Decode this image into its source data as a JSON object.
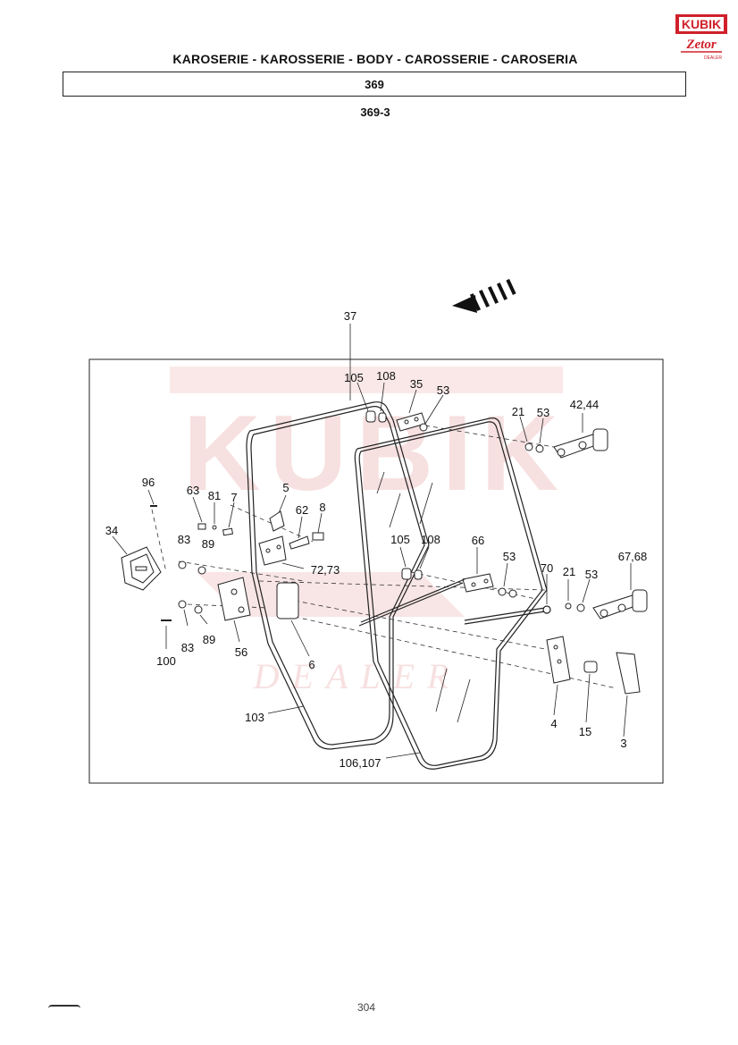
{
  "header": {
    "title": "KAROSERIE - KAROSSERIE - BODY - CAROSSERIE - CAROSERIA",
    "group_code": "369",
    "subgroup_code": "369-3"
  },
  "logo": {
    "text_top": "KUBIK",
    "text_bottom": "Zetor",
    "text_small": "DEALER",
    "color": "#d0202a"
  },
  "watermark": {
    "text": "KUBIK",
    "sub": "DEALER",
    "color": "#f2c8c8"
  },
  "diagram": {
    "labels": {
      "p37": "37",
      "p105a": "105",
      "p108a": "108",
      "p35": "35",
      "p53a": "53",
      "p21a": "21",
      "p53b": "53",
      "p4244": "42,44",
      "p96": "96",
      "p63": "63",
      "p81": "81",
      "p7": "7",
      "p5": "5",
      "p62": "62",
      "p8": "8",
      "p34": "34",
      "p83a": "83",
      "p89a": "89",
      "p7273": "72,73",
      "p105b": "105",
      "p108b": "108",
      "p66": "66",
      "p53c": "53",
      "p70": "70",
      "p21b": "21",
      "p53d": "53",
      "p6768": "67,68",
      "p83b": "83",
      "p89b": "89",
      "p56": "56",
      "p100": "100",
      "p6": "6",
      "p4": "4",
      "p15": "15",
      "p3": "3",
      "p103": "103",
      "p106107": "106,107"
    }
  },
  "footer": {
    "page": "304"
  }
}
